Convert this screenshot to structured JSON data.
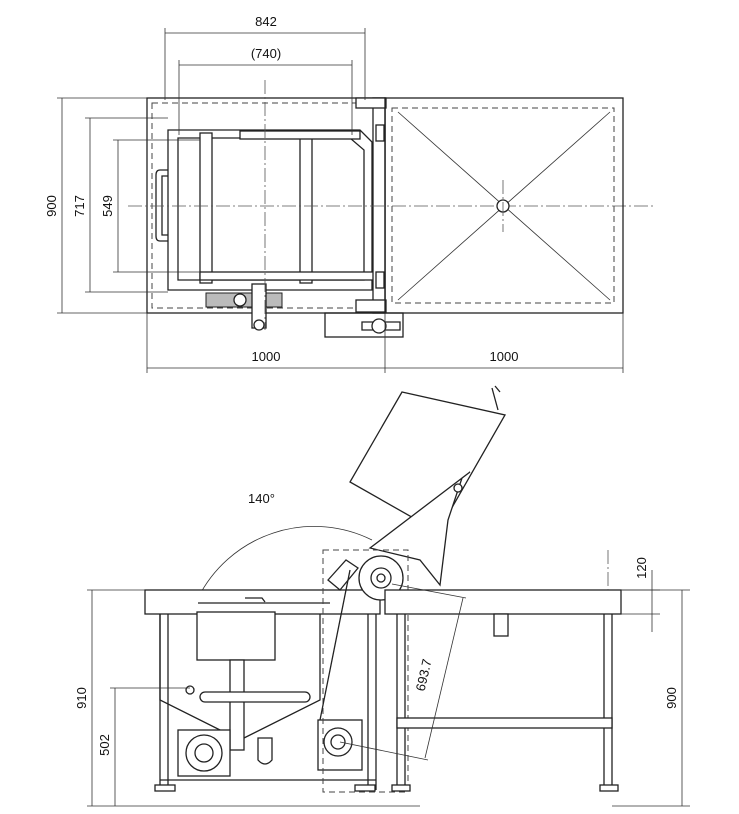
{
  "dimensions": {
    "top_width_842": "842",
    "top_inner_740": "(740)",
    "top_depth_900": "900",
    "top_depth_717": "717",
    "top_depth_549": "549",
    "top_left_1000": "1000",
    "top_right_1000": "1000",
    "tilt_angle": "140°",
    "side_height_910": "910",
    "side_height_502": "502",
    "side_diag_693": "693.7",
    "side_clearance_120": "120",
    "side_table_900": "900"
  }
}
